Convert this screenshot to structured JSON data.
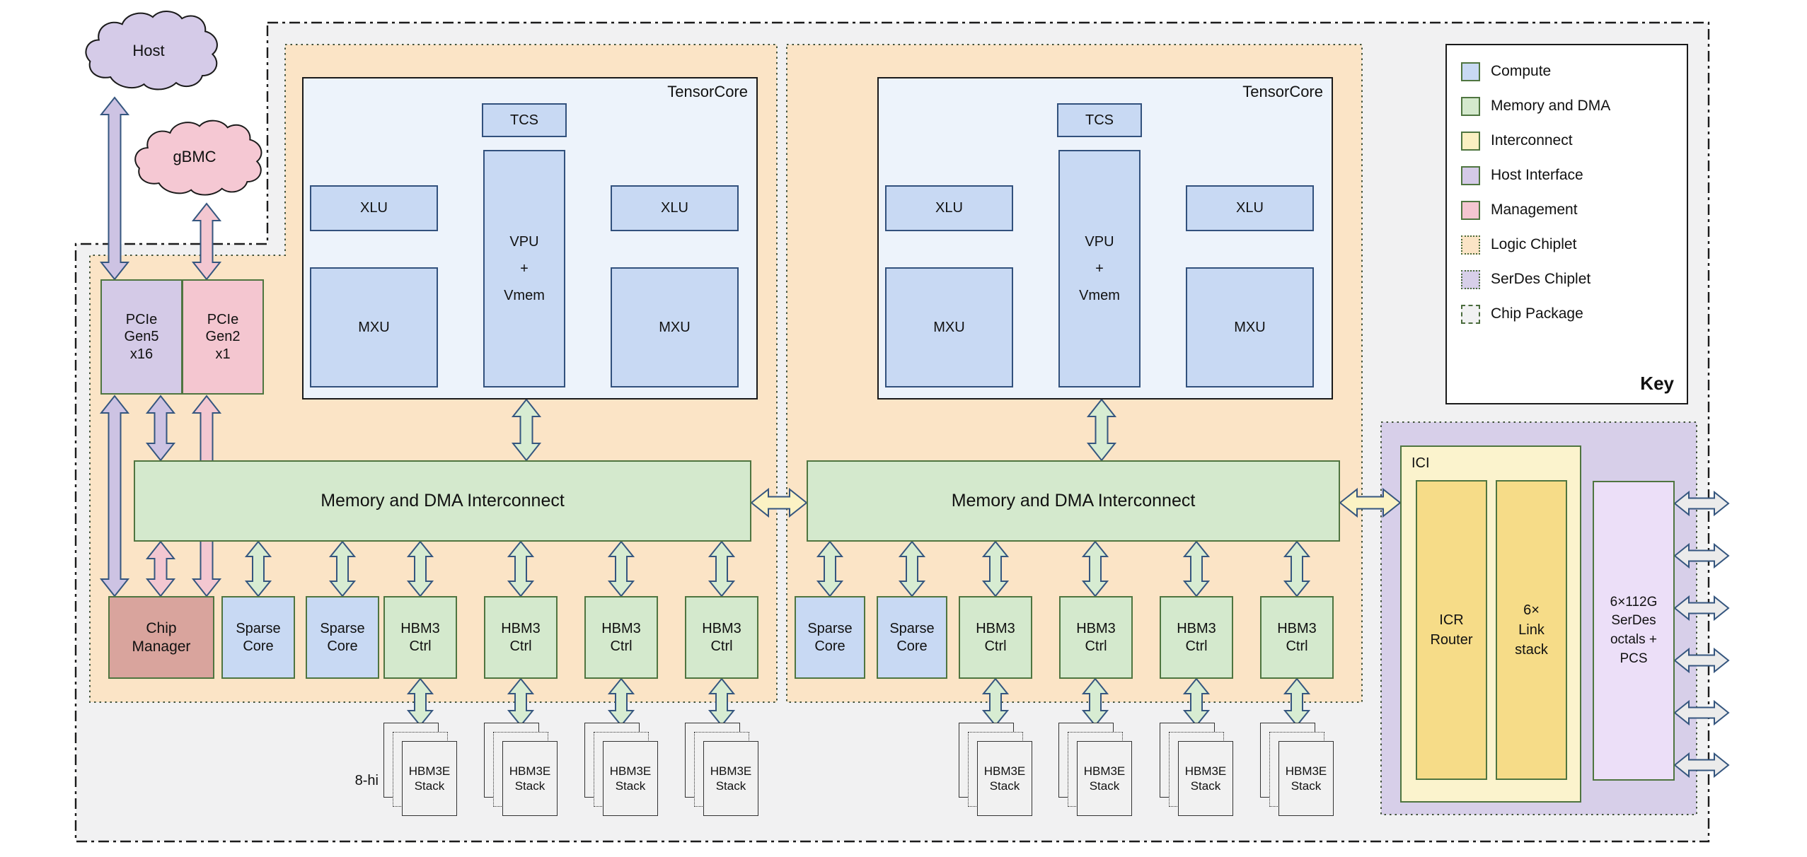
{
  "clouds": {
    "host": "Host",
    "gbmc": "gBMC"
  },
  "pcie": {
    "gen5": "PCIe\nGen5\nx16",
    "gen2": "PCIe\nGen2\nx1"
  },
  "tensorcore": {
    "title": "TensorCore",
    "tcs": "TCS",
    "xlu": "XLU",
    "vpu": "VPU\n+\nVmem",
    "mxu": "MXU"
  },
  "interconnect": {
    "label": "Memory and DMA Interconnect"
  },
  "bottom_row": {
    "chip_manager": "Chip\nManager",
    "sparse_core": "Sparse\nCore",
    "hbm_ctrl": "HBM3\nCtrl"
  },
  "hbm_stack": {
    "label": "HBM3E\nStack",
    "height_note": "8-hi"
  },
  "ici": {
    "title": "ICI",
    "icr_router": "ICR\nRouter",
    "link_stack": "6×\nLink\nstack"
  },
  "serdes": {
    "label": "6×112G\nSerDes\noctals +\nPCS"
  },
  "legend": {
    "title": "Key",
    "items": [
      {
        "label": "Compute",
        "color": "#c8d9f3",
        "border": "solid"
      },
      {
        "label": "Memory and DMA",
        "color": "#d4e9cd",
        "border": "solid"
      },
      {
        "label": "Interconnect",
        "color": "#fbf0c2",
        "border": "solid"
      },
      {
        "label": "Host Interface",
        "color": "#d4cae7",
        "border": "solid"
      },
      {
        "label": "Management",
        "color": "#f4c6d0",
        "border": "solid"
      },
      {
        "label": "Logic Chiplet",
        "color": "#fbe4c6",
        "border": "dotted"
      },
      {
        "label": "SerDes Chiplet",
        "color": "#d7cfe9",
        "border": "dotted"
      },
      {
        "label": "Chip Package",
        "color": "#f1f1f2",
        "border": "dashdot"
      }
    ]
  },
  "colors": {
    "arrow_stroke": "#35567f",
    "arrows": {
      "purple": "#cdc3e3",
      "pink": "#f3c7d1",
      "green": "#d7ecd2",
      "blue": "#cfdff5",
      "yellow": "#fbf2c4",
      "gray": "#ebebeb"
    },
    "package_fill": "#f1f1f2",
    "logic_fill": "#fbe4c6",
    "serdes_region_fill": "#d7cfe9",
    "compute_fill": "#c8d9f3",
    "tensorcore_bg": "#edf3fb",
    "memory_fill": "#d4e9cd",
    "interconnect_outer": "#fbf3cd",
    "interconnect_inner": "#f6dc88",
    "host_fill": "#d4cae7",
    "mgmt_fill": "#f4c6d0",
    "chipmgr_fill": "#d9a49d",
    "serdes_box_fill": "#ecdff8",
    "stack_fill": "#f1f1f1",
    "cloud_host": "#d5cbe8",
    "cloud_gbmc": "#f5c8d3"
  }
}
